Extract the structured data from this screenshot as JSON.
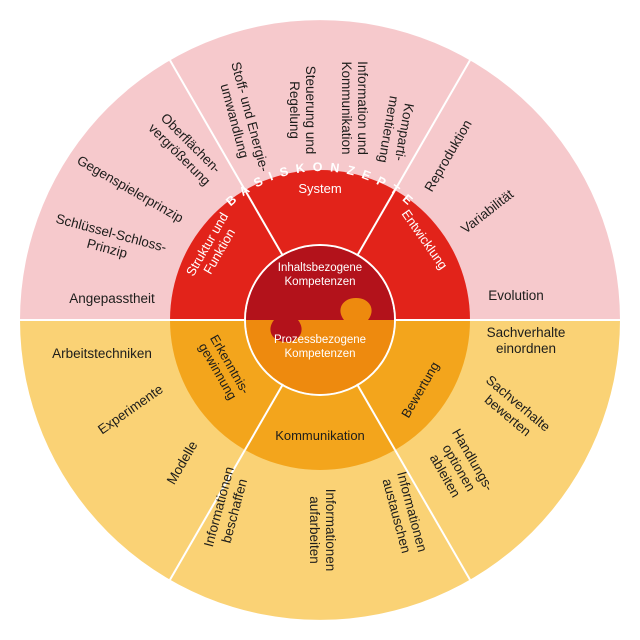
{
  "colors": {
    "outer_top": "#f6c9cc",
    "outer_bottom": "#fad275",
    "mid_top": "#e2231a",
    "mid_bottom": "#f3a51c",
    "core_top": "#b3121b",
    "core_bottom": "#ee8a0e",
    "dividers": "#ffffff"
  },
  "ring_label": "B A S I S K O N Z E P T E",
  "core": {
    "top": [
      "Inhaltsbezogene",
      "Kompetenzen"
    ],
    "bottom": [
      "Prozessbezogene",
      "Kompetenzen"
    ]
  },
  "mid_sectors": {
    "system": [
      "System"
    ],
    "entwicklung": [
      "Entwicklung"
    ],
    "struktur_funktion": [
      "Struktur und",
      "Funktion"
    ],
    "erkenntnisgewinnung": [
      "Erkenntnis-",
      "gewinnung"
    ],
    "kommunikation": [
      "Kommunikation"
    ],
    "bewertung": [
      "Bewertung"
    ]
  },
  "outer_labels": {
    "stoff": [
      "Stoff- und Energie-",
      "umwandlung"
    ],
    "steuerung": [
      "Steuerung und",
      "Regelung"
    ],
    "information_kommunikation": [
      "Information und",
      "Kommunikation"
    ],
    "kompartimentierung": [
      "Komparti-",
      "mentierung"
    ],
    "reproduktion": [
      "Reproduktion"
    ],
    "variabilitaet": [
      "Variabilität"
    ],
    "evolution": [
      "Evolution"
    ],
    "oberflaechen": [
      "Oberflächen-",
      "vergrößerung"
    ],
    "gegenspieler": [
      "Gegenspielerprinzip"
    ],
    "schluessel": [
      "Schlüssel-Schloss-",
      "Prinzip"
    ],
    "angepasstheit": [
      "Angepasstheit"
    ],
    "arbeitstechniken": [
      "Arbeitstechniken"
    ],
    "experimente": [
      "Experimente"
    ],
    "modelle": [
      "Modelle"
    ],
    "informationen_beschaffen": [
      "Informationen",
      "beschaffen"
    ],
    "informationen_aufarbeiten": [
      "Informationen",
      "aufarbeiten"
    ],
    "informationen_austauschen": [
      "Informationen",
      "austauschen"
    ],
    "handlungsoptionen": [
      "Handlungs-",
      "optionen",
      "ableiten"
    ],
    "sachverhalte_bewerten": [
      "Sachverhalte",
      "bewerten"
    ],
    "sachverhalte_einordnen": [
      "Sachverhalte",
      "einordnen"
    ]
  }
}
